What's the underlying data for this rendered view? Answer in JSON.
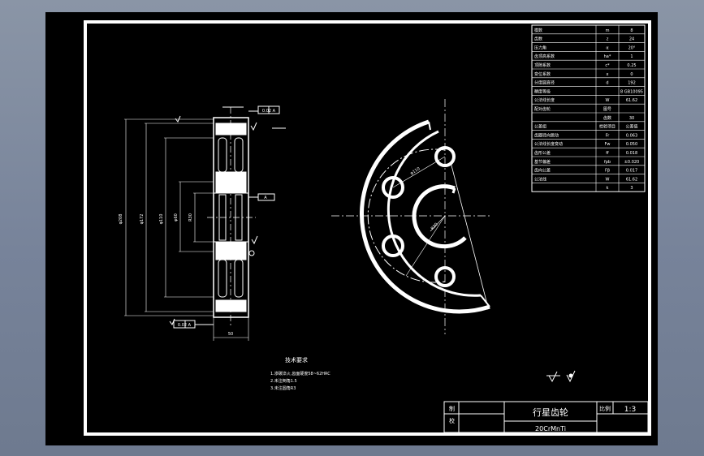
{
  "title_block": {
    "part_name": "行星齿轮",
    "material": "20CrMnTi",
    "scale": "1:3",
    "label_scale": "比例",
    "row_label_1": "制",
    "row_label_2": "校"
  },
  "params_table": {
    "rows": [
      {
        "label": "模数",
        "sym": "m",
        "val": "8"
      },
      {
        "label": "齿数",
        "sym": "z",
        "val": "24"
      },
      {
        "label": "压力角",
        "sym": "α",
        "val": "20°"
      },
      {
        "label": "齿顶高系数",
        "sym": "ha*",
        "val": "1"
      },
      {
        "label": "顶隙系数",
        "sym": "c*",
        "val": "0.25"
      },
      {
        "label": "变位系数",
        "sym": "x",
        "val": "0"
      },
      {
        "label": "分度圆直径",
        "sym": "d",
        "val": "192"
      },
      {
        "label": "精度等级",
        "sym": "",
        "val": "8 GB10095"
      },
      {
        "label": "公法线长度",
        "sym": "W",
        "val": "61.62"
      },
      {
        "label": "配对齿轮",
        "sym": "图号",
        "val": ""
      },
      {
        "label": "",
        "sym": "齿数",
        "val": "30"
      },
      {
        "label": "公差组",
        "sym": "检验项目",
        "val": "公差值"
      },
      {
        "label": "齿圈径向跳动",
        "sym": "Fr",
        "val": "0.063"
      },
      {
        "label": "公法线长度变动",
        "sym": "Fw",
        "val": "0.050"
      },
      {
        "label": "齿形公差",
        "sym": "ff",
        "val": "0.018"
      },
      {
        "label": "基节偏差",
        "sym": "fpb",
        "val": "±0.020"
      },
      {
        "label": "齿向公差",
        "sym": "Fβ",
        "val": "0.017"
      },
      {
        "label": "公法线",
        "sym": "W",
        "val": "61.62"
      },
      {
        "label": "",
        "sym": "k",
        "val": "3"
      }
    ]
  },
  "tech_req": {
    "heading": "技术要求",
    "lines": [
      "1.渗碳淬火,齿面硬度58~62HRC",
      "2.未注倒角1.5",
      "3.未注圆角R3"
    ]
  },
  "labels": {
    "roughness_general": "√",
    "dim_overall": "φ208",
    "dim_root": "φ172",
    "dim_bore": "φ60",
    "dim_hub": "φ110",
    "dim_width": "50",
    "datum_a": "A",
    "tol_top": "0.02 A",
    "tol_bottom": "0.02 A",
    "pcd_dim": "φ110",
    "bore_r": "R30"
  },
  "colors": {
    "frame_bg": "#000000",
    "line": "#ffffff",
    "gray_ui": "#7d8899"
  }
}
